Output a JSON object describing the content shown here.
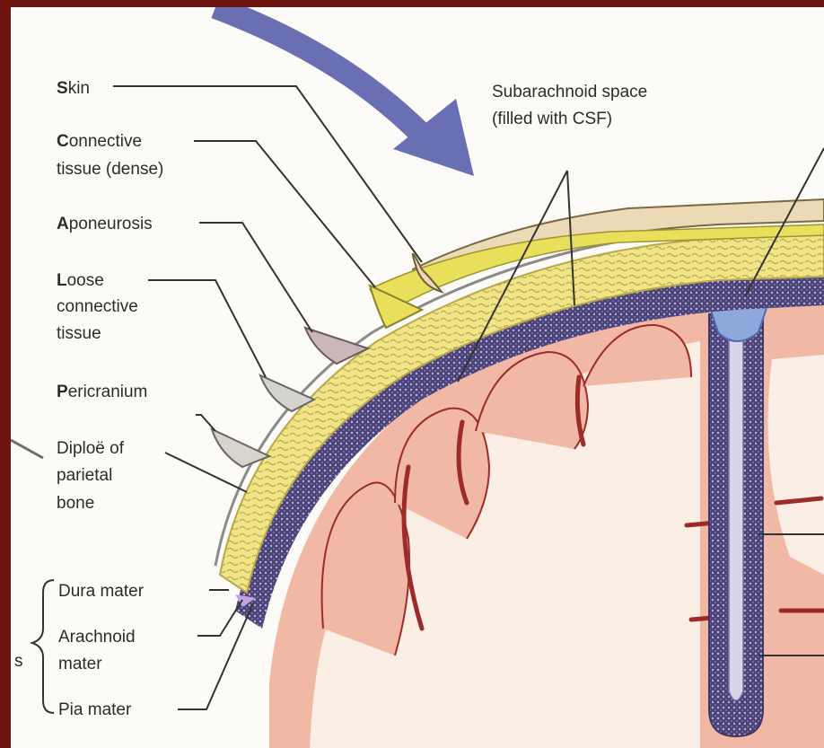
{
  "labels": {
    "skin": {
      "initial": "S",
      "rest": "kin"
    },
    "connective": {
      "initial": "C",
      "rest": "onnective",
      "line2": "tissue (dense)"
    },
    "aponeurosis": {
      "initial": "A",
      "rest": "poneurosis"
    },
    "loose": {
      "initial": "L",
      "rest": "oose",
      "line2": "connective",
      "line3": "tissue"
    },
    "pericranium": {
      "initial": "P",
      "rest": "ericranium"
    },
    "diploe": {
      "line1": "Diploë of",
      "line2": "parietal",
      "line3": "bone"
    },
    "dura": "Dura mater",
    "arachnoid": {
      "line1": "Arachnoid",
      "line2": "mater"
    },
    "pia": "Pia mater",
    "meninges_fragment": "s",
    "subarachnoid": {
      "line1": "Subarachnoid space",
      "line2": "(filled with CSF)"
    }
  },
  "colors": {
    "frame": "#6e1410",
    "skin": "#ecd9b6",
    "bone": "#f2e68a",
    "bone_dense": "#e4d96a",
    "dura": "#7f6fa6",
    "cortex": "#f1b8a6",
    "sulcus": "#9c2b2a",
    "white_matter": "#fbeee4",
    "arrow": "#6a6fb3",
    "sinus": "#8fa9dc"
  }
}
